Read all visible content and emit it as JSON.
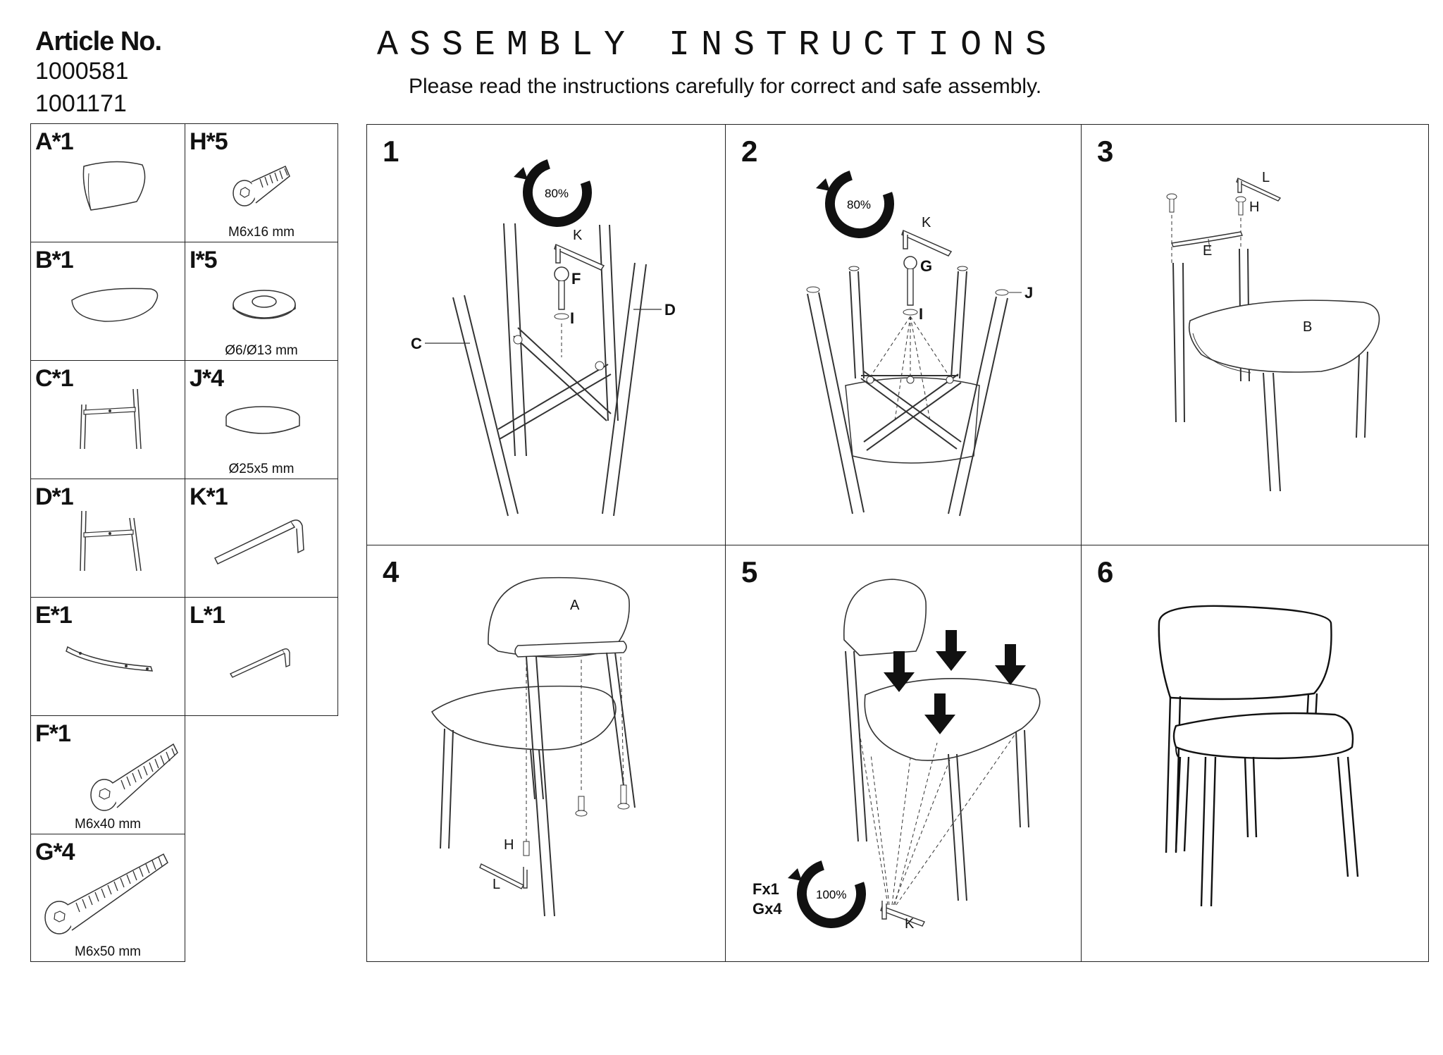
{
  "header": {
    "article_label": "Article No.",
    "article_numbers": [
      "1000581",
      "1001171"
    ],
    "title": "ASSEMBLY INSTRUCTIONS",
    "subtitle": "Please read the instructions carefully for correct and safe assembly."
  },
  "parts": [
    {
      "label": "A*1",
      "spec": "",
      "icon": "backrest-icon"
    },
    {
      "label": "H*5",
      "spec": "M6x16 mm",
      "icon": "bolt-short-icon"
    },
    {
      "label": "B*1",
      "spec": "",
      "icon": "seat-cushion-icon"
    },
    {
      "label": "I*5",
      "spec": "Ø6/Ø13 mm",
      "icon": "washer-icon"
    },
    {
      "label": "C*1",
      "spec": "",
      "icon": "leg-frame-icon"
    },
    {
      "label": "J*4",
      "spec": "Ø25x5 mm",
      "icon": "felt-pad-icon"
    },
    {
      "label": "D*1",
      "spec": "",
      "icon": "leg-frame-icon"
    },
    {
      "label": "K*1",
      "spec": "",
      "icon": "allen-key-large-icon"
    },
    {
      "label": "E*1",
      "spec": "",
      "icon": "curved-bracket-icon"
    },
    {
      "label": "L*1",
      "spec": "",
      "icon": "allen-key-small-icon"
    },
    {
      "label": "F*1",
      "spec": "M6x40 mm",
      "icon": "bolt-medium-icon"
    },
    {
      "label": "G*4",
      "spec": "M6x50 mm",
      "icon": "bolt-long-icon"
    }
  ],
  "steps": [
    {
      "number": "1",
      "turn": "80%",
      "callouts": {
        "k": "K",
        "f": "F",
        "i": "I",
        "c": "C",
        "d": "D"
      }
    },
    {
      "number": "2",
      "turn": "80%",
      "callouts": {
        "k": "K",
        "g": "G",
        "i": "I",
        "j": "J"
      }
    },
    {
      "number": "3",
      "callouts": {
        "l": "L",
        "h": "H",
        "e": "E",
        "b": "B"
      }
    },
    {
      "number": "4",
      "callouts": {
        "a": "A",
        "h": "H",
        "l": "L"
      }
    },
    {
      "number": "5",
      "turn": "100%",
      "notes": [
        "Fx1",
        "Gx4"
      ],
      "callouts": {
        "k": "K"
      }
    },
    {
      "number": "6"
    }
  ]
}
